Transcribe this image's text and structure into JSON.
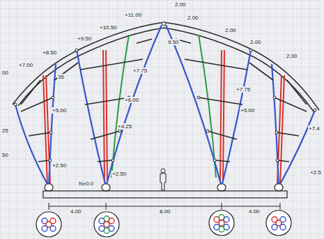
{
  "diagram": {
    "labels": [
      "2.00",
      "+11.00",
      "2.00",
      "+10.50",
      "2.00",
      "+9.50",
      "2.00",
      "9.50",
      "+8.50",
      "2.00",
      "+7.00",
      "00",
      "35",
      "+7.75",
      "+7.75",
      "+6.00",
      "+5.00",
      "+5.00",
      "+4.25",
      "25",
      "+7.4",
      "50",
      "+2.50",
      "+2.50",
      "+2.5",
      "N±0.0",
      "4.00",
      "8.00",
      "4.00"
    ]
  }
}
